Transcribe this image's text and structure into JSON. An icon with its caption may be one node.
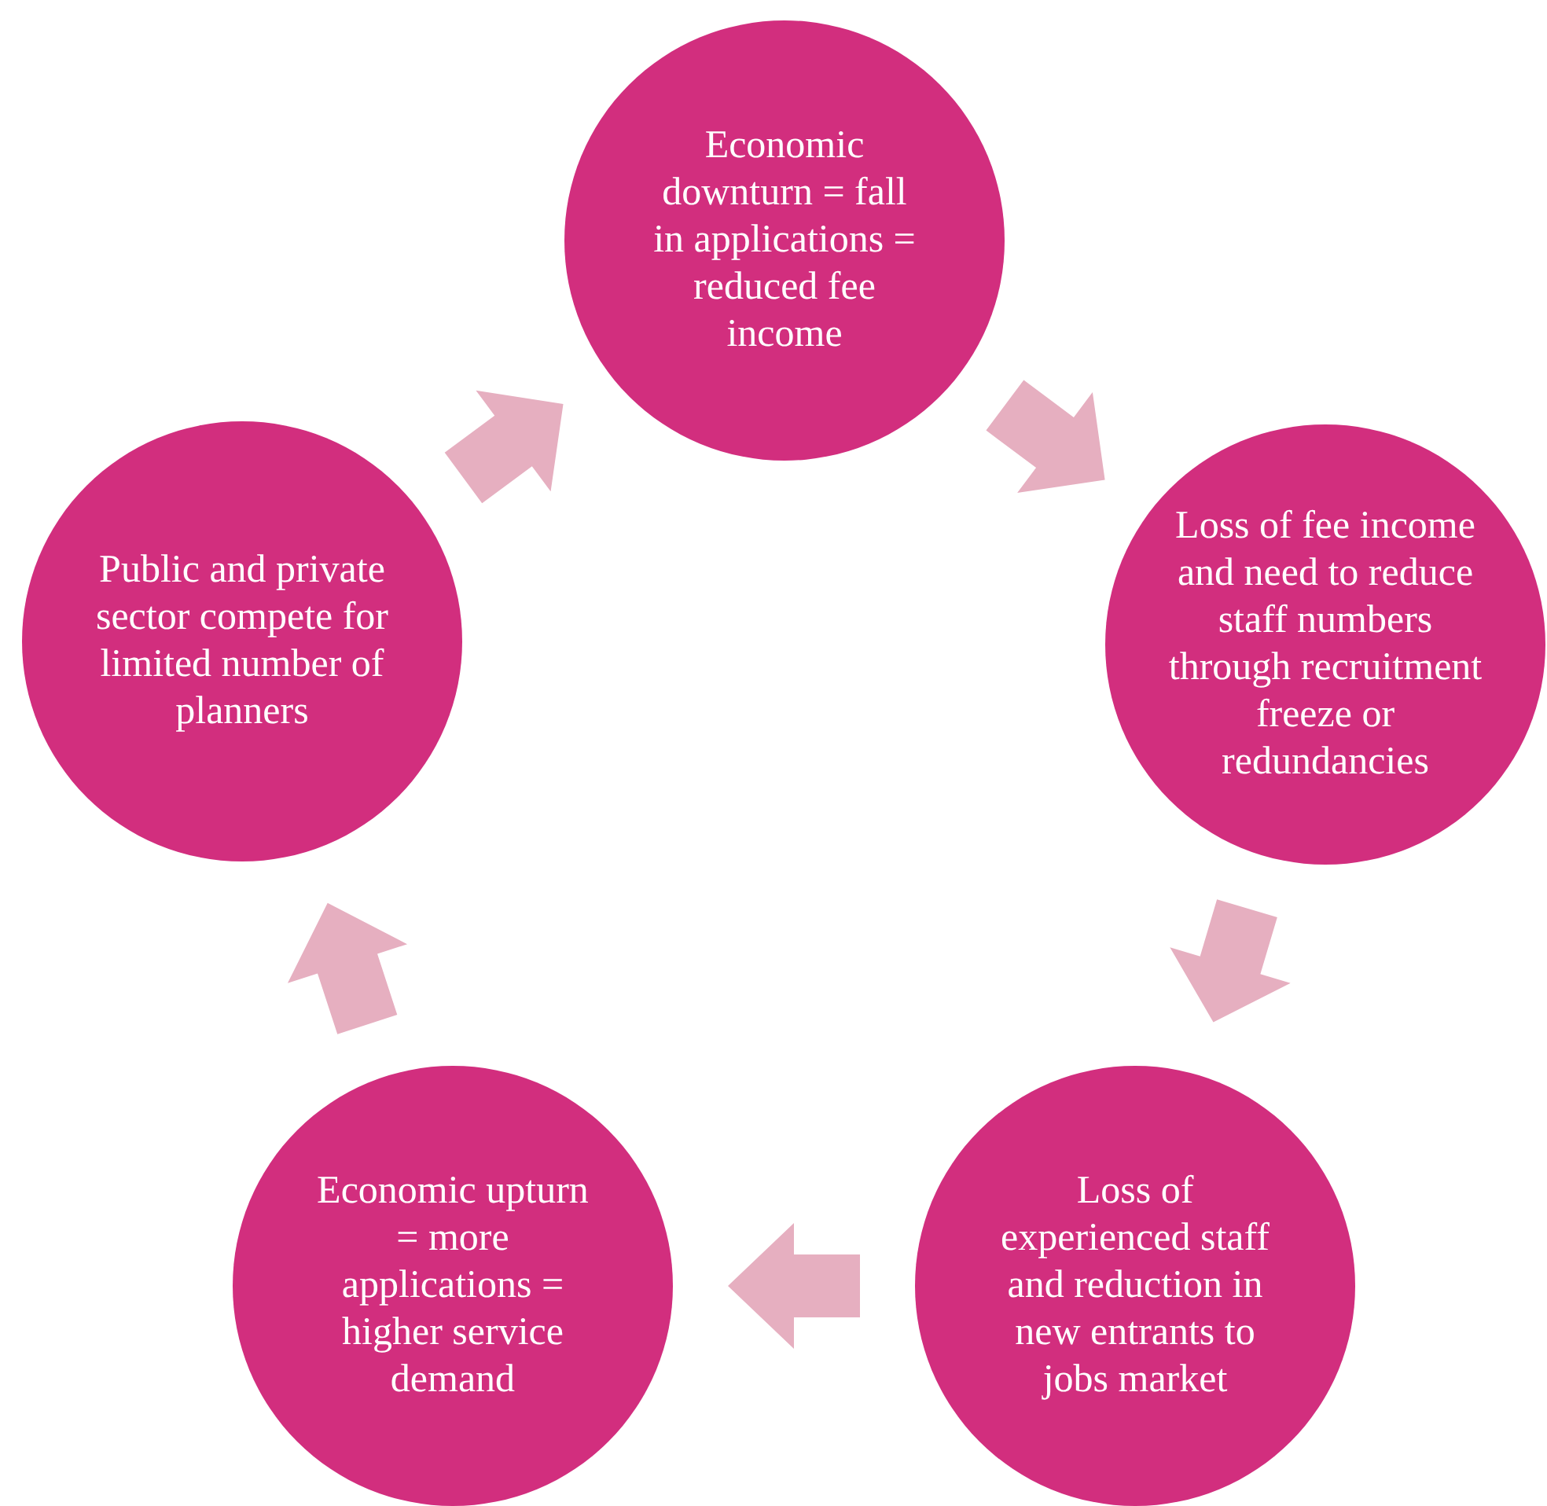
{
  "diagram": {
    "nodes": [
      {
        "text": [
          "Economic downturn = fall in applications = reduced fee income"
        ]
      },
      {
        "text": [
          "Loss of fee income and need to reduce staff numbers through recruitment freeze or redundancies"
        ]
      },
      {
        "text": [
          "Loss of experienced staff and reduction in new entrants to jobs market"
        ]
      },
      {
        "text": [
          "Economic upturn = more applications = higher service demand"
        ]
      },
      {
        "text": [
          "Public and private sector compete for limited number of planners"
        ]
      }
    ],
    "edges": [
      {
        "from": 0,
        "to": 1,
        "arrow": "to"
      },
      {
        "from": 1,
        "to": 2,
        "arrow": "to"
      },
      {
        "from": 2,
        "to": 3,
        "arrow": "to"
      },
      {
        "from": 3,
        "to": 4,
        "arrow": "to"
      },
      {
        "from": 4,
        "to": 0,
        "arrow": "to"
      }
    ]
  }
}
